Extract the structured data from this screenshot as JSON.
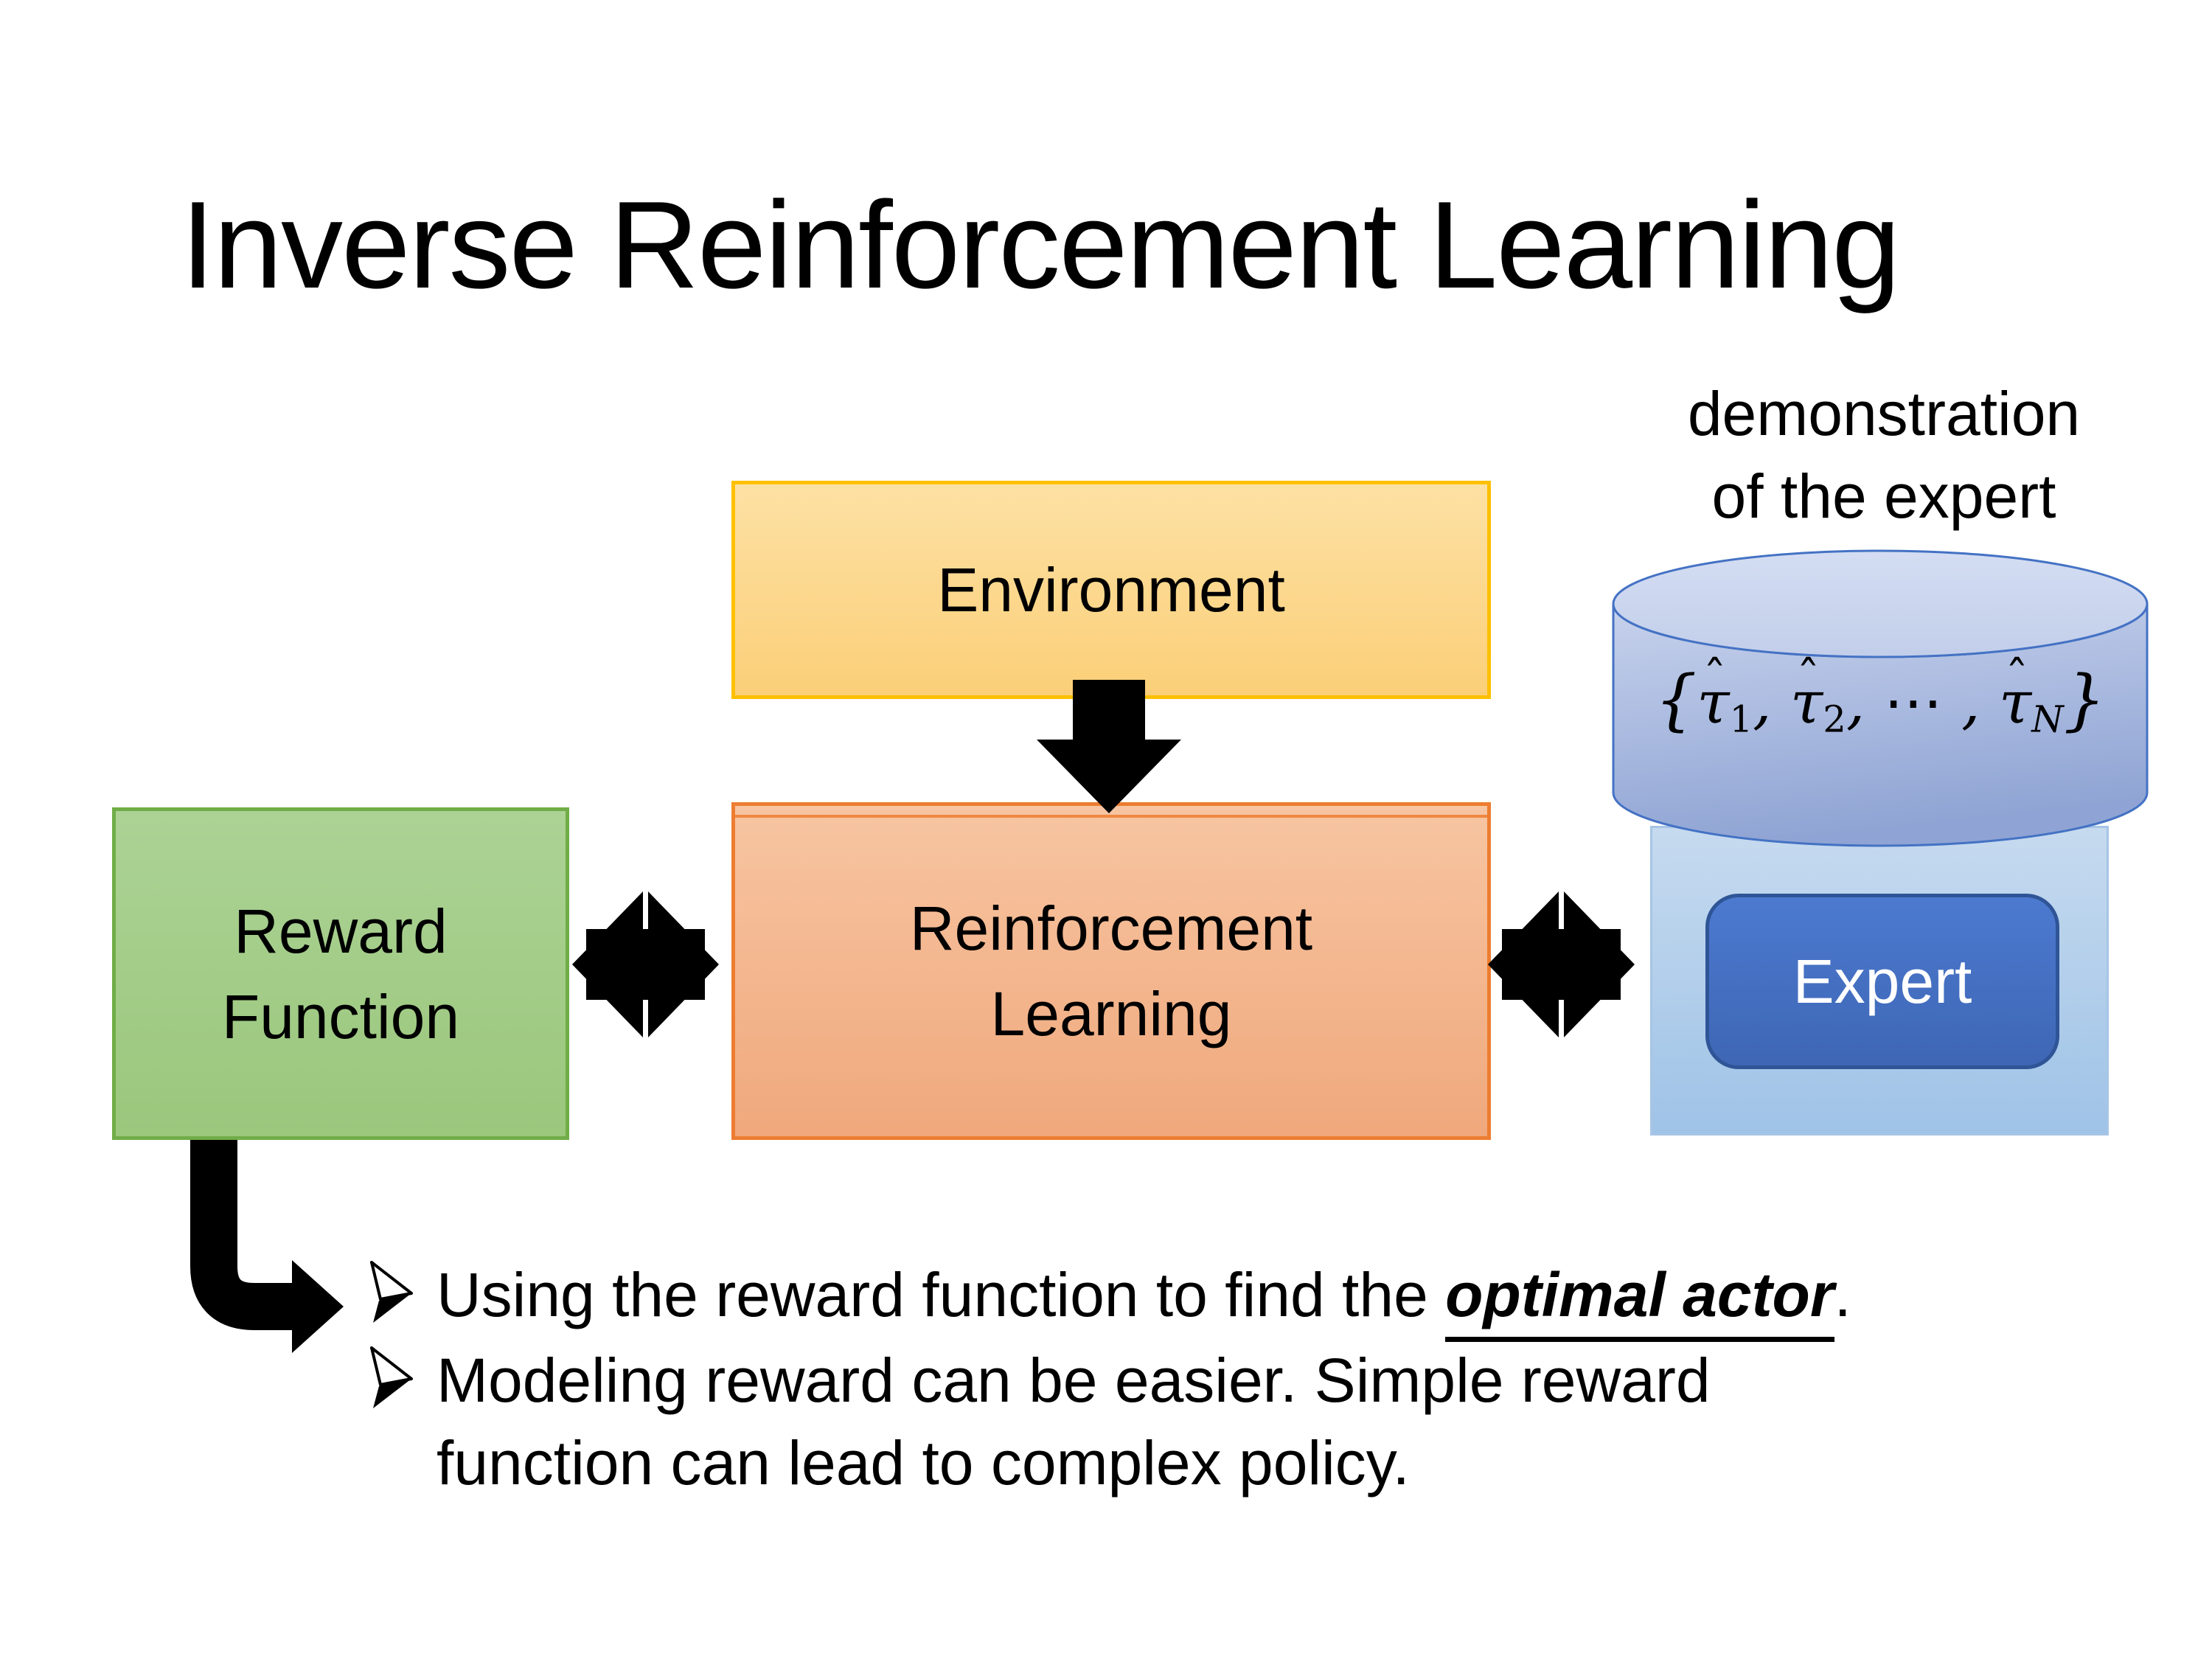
{
  "slide": {
    "title": "Inverse Reinforcement Learning",
    "demo_label": {
      "line1": "demonstration",
      "line2": "of the expert"
    },
    "boxes": {
      "environment": "Environment",
      "reward_line1": "Reward",
      "reward_line2": "Function",
      "rl_line1": "Reinforcement",
      "rl_line2": "Learning",
      "expert": "Expert"
    },
    "formula": {
      "open": "{",
      "tau1": "τ",
      "hat1": "ˆ",
      "sub1": "1",
      "sep1": ", ",
      "tau2": "τ",
      "hat2": "ˆ",
      "sub2": "2",
      "sep2": ", ⋯ , ",
      "tau3": "τ",
      "hat3": "ˆ",
      "subN": "N",
      "close": "}"
    },
    "bullets": {
      "marker_glyph": "➢",
      "b1_pre": "Using the reward function to find the ",
      "b1_em": "optimal actor",
      "b1_post": ".",
      "b2": "Modeling reward can be easier. Simple reward function can lead to complex policy."
    },
    "colors": {
      "env_border": "#FFC000",
      "env_fill_top": "#FDE1A4",
      "env_fill_bottom": "#FBCF78",
      "reward_border": "#70AD47",
      "reward_fill_top": "#ACD295",
      "reward_fill_bottom": "#9AC77C",
      "rl_border": "#ED7D31",
      "rl_fill_top": "#F7C5A2",
      "rl_fill_bottom": "#F0A87C",
      "cyl_border": "#4472C4",
      "cyl_top_light": "#D4DDF2",
      "cyl_top_dark": "#C2CEEA",
      "cyl_body_light": "#C7D2EC",
      "cyl_body_dark": "#8FA4D4",
      "panel_border": "#A7C5E5",
      "panel_top": "#C6DAEF",
      "panel_bottom": "#9FC3E7",
      "expert_border": "#2F5597",
      "expert_top": "#4C7AD0",
      "expert_bottom": "#3E66B4",
      "arrow": "#000000"
    }
  }
}
